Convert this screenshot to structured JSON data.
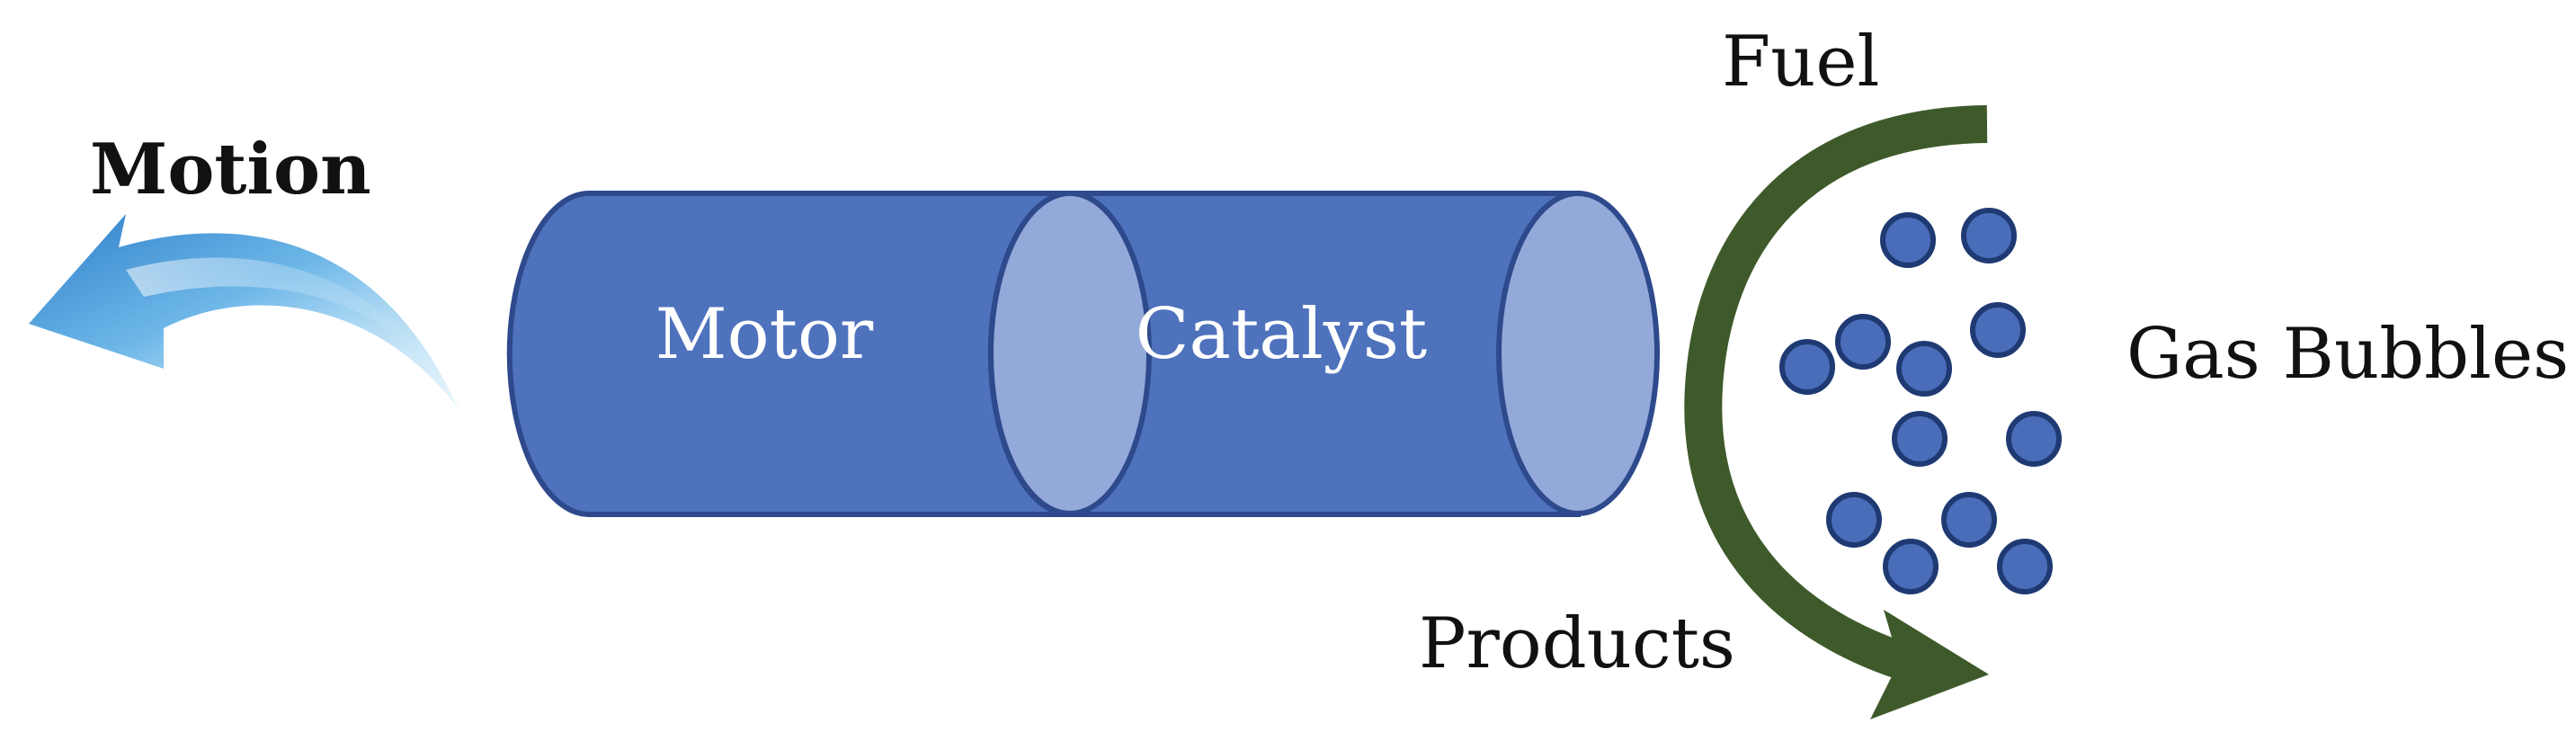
{
  "labels": {
    "motion": "Motion",
    "motor": "Motor",
    "catalyst": "Catalyst",
    "fuel": "Fuel",
    "products": "Products",
    "gas_bubbles": "Gas Bubbles"
  },
  "colors": {
    "cylinder_body": "#4F72BD",
    "cylinder_end": "#93A9D9",
    "cylinder_stroke": "#2E4A8C",
    "bubble_fill": "#4A6DBA",
    "bubble_stroke": "#1F3A73",
    "flow_arrow": "#3F5A2A",
    "motion_arrow_light": "#7EC3EA",
    "motion_arrow_dark": "#3D8BD0",
    "text_dark": "#111111",
    "text_light": "#FFFFFF"
  },
  "icons": {
    "motion_arrow": "curved-left-arrow-icon",
    "flow_arrow": "curved-clockwise-arrow-icon"
  }
}
